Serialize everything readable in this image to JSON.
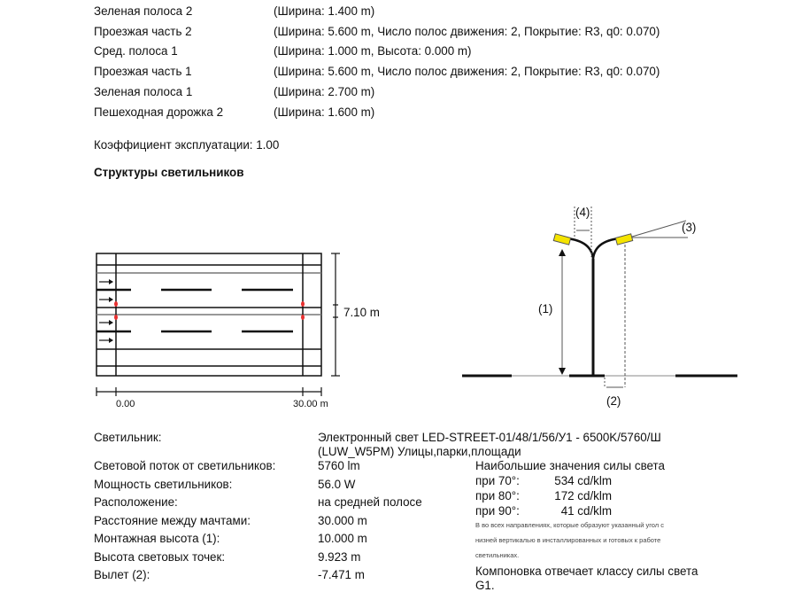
{
  "lanes": [
    {
      "name": "Зеленая полоса 2",
      "value": "(Ширина: 1.400 m)"
    },
    {
      "name": "Проезжая часть 2",
      "value": "(Ширина: 5.600 m, Число полос движения: 2, Покрытие: R3, q0: 0.070)"
    },
    {
      "name": "Сред. полоса 1",
      "value": "(Ширина: 1.000 m, Высота: 0.000 m)"
    },
    {
      "name": "Проезжая часть 1",
      "value": "(Ширина: 5.600 m, Число полос движения: 2, Покрытие: R3, q0: 0.070)"
    },
    {
      "name": "Зеленая полоса 1",
      "value": "(Ширина: 2.700 m)"
    },
    {
      "name": "Пешеходная дорожка 2",
      "value": "(Ширина: 1.600 m)"
    }
  ],
  "maintenance": "Коэффициент эксплуатации: 1.00",
  "section_title": "Структуры светильников",
  "plan": {
    "width_label": "7.10 m",
    "start_label": "0.00",
    "end_label": "30.00 m"
  },
  "pole": {
    "l1": "(1)",
    "l2": "(2)",
    "l3": "(3)",
    "l4": "(4)"
  },
  "luminaire": {
    "label": "Светильник:",
    "line1": "Электронный свет LED-STREET-01/48/1/56/У1 - 6500K/5760/Ш",
    "line2": "(LUW_W5PM) Улицы,парки,площади"
  },
  "props": [
    {
      "label": "Световой поток от светильников:",
      "value": "5760 lm"
    },
    {
      "label": "Мощность светильников:",
      "value": "56.0 W"
    },
    {
      "label": "Расположение:",
      "value": "на средней полосе"
    },
    {
      "label": "Расстояние между мачтами:",
      "value": "30.000 m"
    },
    {
      "label": "Монтажная высота (1):",
      "value": "10.000 m"
    },
    {
      "label": "Высота световых точек:",
      "value": "9.923 m"
    },
    {
      "label": "Вылет (2):",
      "value": "-7.471 m"
    }
  ],
  "intensity": {
    "title": "Наибольшие значения силы света",
    "rows": [
      {
        "angle": "при 70°:",
        "value": "534 cd/klm"
      },
      {
        "angle": "при 80°:",
        "value": "172 cd/klm"
      },
      {
        "angle": "при 90°:",
        "value": "41 cd/klm"
      }
    ],
    "note1": "В во всех направлениях, которые образуют указанный угол с",
    "note2": "низней вертикалью в инсталлированных и готовых к работе",
    "note3": "светильниках.",
    "class1": "Компоновка отвечает классу силы света",
    "class2": "G1."
  },
  "colors": {
    "luminaire": "#f5e400",
    "light_point": "#e83030"
  }
}
